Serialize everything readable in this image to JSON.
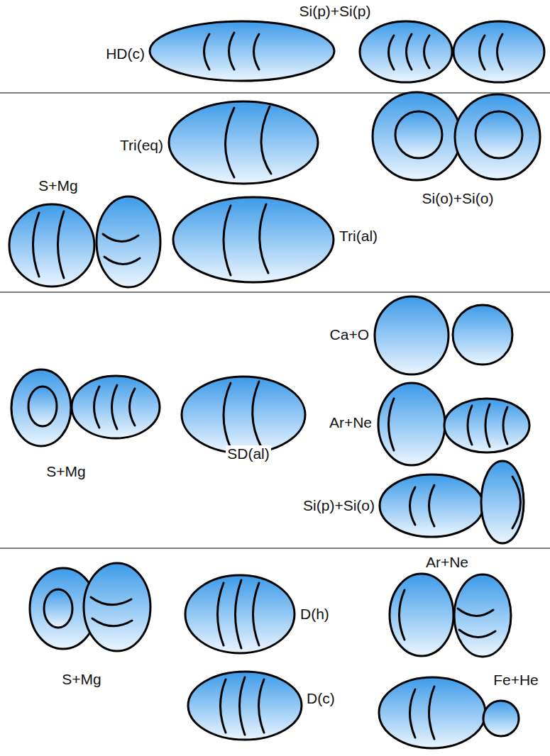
{
  "diagram": {
    "labels": [
      "HD(c)",
      "Si(p)+Si(p)",
      "Tri(eq)",
      "S+Mg",
      "Si(o)+Si(o)",
      "Tri(al)",
      "Ca+O",
      "S+Mg",
      "SD(al)",
      "Ar+Ne",
      "Si(p)+Si(o)",
      "S+Mg",
      "Ar+Ne",
      "D(h)",
      "D(c)",
      "Fe+He"
    ]
  }
}
